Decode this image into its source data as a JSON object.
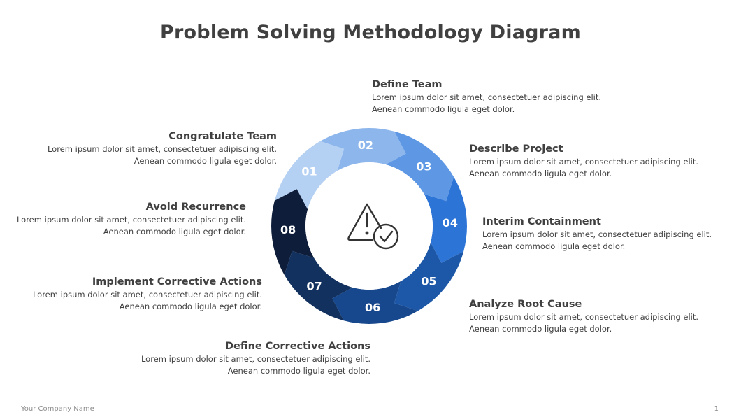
{
  "title": "Problem Solving Methodology Diagram",
  "steps": [
    {
      "num": "01",
      "title": "Define Team",
      "line1": "Lorem ipsum dolor sit amet, consectetuer adipiscing elit.",
      "line2": "Aenean commodo  ligula eget dolor.",
      "color": "#B4D0F3"
    },
    {
      "num": "02",
      "title": "Describe Project",
      "line1": "Lorem ipsum dolor sit amet, consectetuer adipiscing elit.",
      "line2": "Aenean commodo  ligula eget dolor.",
      "color": "#8DB6EC"
    },
    {
      "num": "03",
      "title": "Interim Containment",
      "line1": "Lorem ipsum dolor sit amet, consectetuer adipiscing elit.",
      "line2": "Aenean commodo  ligula eget dolor.",
      "color": "#5E98E5"
    },
    {
      "num": "04",
      "title": "Analyze Root Cause",
      "line1": "Lorem ipsum dolor sit amet, consectetuer adipiscing elit.",
      "line2": "Aenean commodo  ligula eget dolor.",
      "color": "#2C74D6"
    },
    {
      "num": "05",
      "title": "Define Corrective Actions",
      "line1": "Lorem ipsum dolor sit amet, consectetuer adipiscing elit.",
      "line2": "Aenean commodo  ligula eget dolor.",
      "color": "#1D58A8"
    },
    {
      "num": "06",
      "title": "Implement Corrective Actions",
      "line1": "Lorem ipsum dolor sit amet, consectetuer adipiscing elit.",
      "line2": "Aenean commodo  ligula eget dolor.",
      "color": "#17478C"
    },
    {
      "num": "07",
      "title": "Avoid Recurrence",
      "line1": "Lorem ipsum dolor sit amet, consectetuer adipiscing elit.",
      "line2": "Aenean commodo  ligula eget dolor.",
      "color": "#12315F"
    },
    {
      "num": "08",
      "title": "Congratulate Team",
      "line1": "Lorem ipsum dolor sit amet, consectetuer adipiscing elit.",
      "line2": "Aenean commodo  ligula eget dolor.",
      "color": "#0D1D3A"
    }
  ],
  "center_icon": "warning-check-icon",
  "footer": {
    "company": "Your Company  Name",
    "page": "1"
  }
}
